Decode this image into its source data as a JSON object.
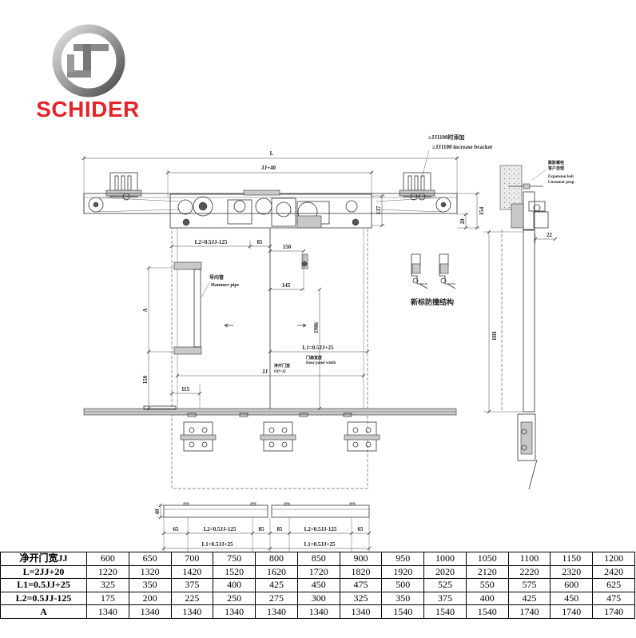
{
  "brand": {
    "name": "SCHIDER",
    "accent_color": "#e3262b",
    "logo_icon": "schider-logo-icon"
  },
  "drawing": {
    "top_view": {
      "bracket_note_cn": "≥JJ1100时添加",
      "bracket_note_en": "≥JJ1100 increase bracket",
      "dim_overall": "L",
      "dim_rail": "JJ+40",
      "dim_137": "137",
      "dim_154": "154",
      "dim_20": "20"
    },
    "front_view": {
      "dim_l2": "L2=0.5JJ-125",
      "dim_85": "85",
      "dim_150_top": "150",
      "hammer_pipe_cn": "导向管",
      "hammer_pipe_en": "Hammer pipe",
      "dim_145": "145",
      "dim_a": "A",
      "dim_1986": "1986",
      "dim_l1": "L1=0.5JJ+25",
      "door_panel_cn": "门扇宽度",
      "door_panel_en": "Door panel width",
      "dim_jj": "JJ",
      "clear_opening_cn": "净开门宽",
      "clear_opening_en": "OP=JJ",
      "dim_150_bottom": "150",
      "dim_115": "115"
    },
    "anti_collision": {
      "title": "新标防撞结构"
    },
    "side_view": {
      "expansion_bolt_cn": "膨胀螺栓",
      "customer_prep_cn": "客户自理",
      "expansion_bolt_en": "Expansion bolt",
      "customer_prep_en": "Customer prop",
      "dim_hh": "HH",
      "dim_22": "22"
    },
    "sill_section": {
      "dim_40": "40",
      "dim_65": "65",
      "dim_l2": "L2=0.5JJ-125",
      "dim_85": "85",
      "dim_l1": "L1=0.5JJ+25"
    }
  },
  "table": {
    "rows": [
      {
        "label": "净开门宽JJ",
        "values": [
          600,
          650,
          700,
          750,
          800,
          850,
          900,
          950,
          1000,
          1050,
          1100,
          1150,
          1200
        ]
      },
      {
        "label": "L=2JJ+20",
        "values": [
          1220,
          1320,
          1420,
          1520,
          1620,
          1720,
          1820,
          1920,
          2020,
          2120,
          2220,
          2320,
          2420
        ]
      },
      {
        "label": "L1=0.5JJ+25",
        "values": [
          325,
          350,
          375,
          400,
          425,
          450,
          475,
          500,
          525,
          550,
          575,
          600,
          625
        ]
      },
      {
        "label": "L2=0.5JJ-125",
        "values": [
          175,
          200,
          225,
          250,
          275,
          300,
          325,
          350,
          375,
          400,
          425,
          450,
          475
        ]
      },
      {
        "label": "A",
        "values": [
          1340,
          1340,
          1340,
          1340,
          1340,
          1340,
          1340,
          1540,
          1540,
          1540,
          1740,
          1740,
          1740
        ]
      }
    ]
  }
}
